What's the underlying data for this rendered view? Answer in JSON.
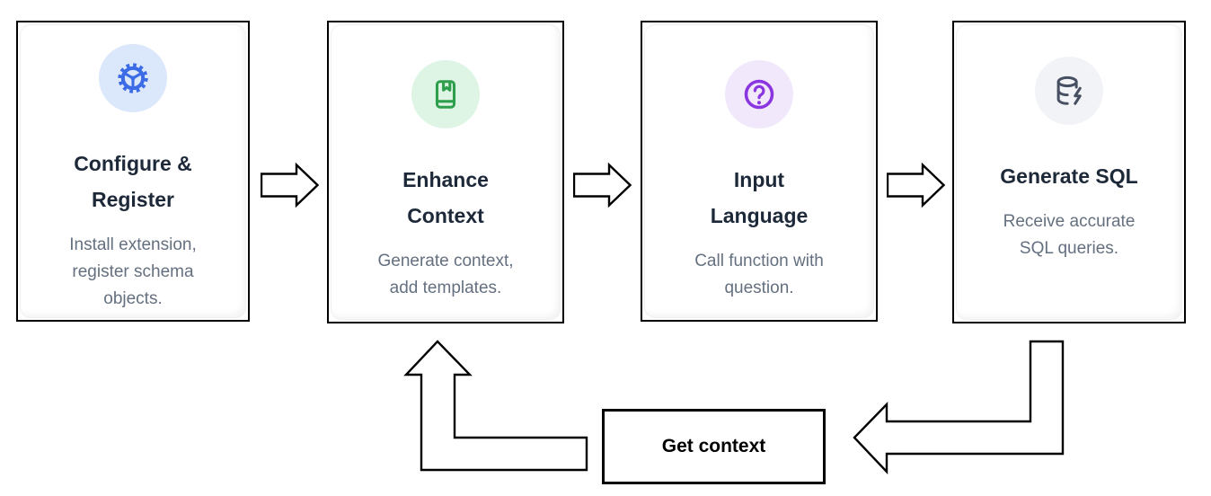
{
  "diagram": {
    "background": "#ffffff",
    "cards": [
      {
        "title": [
          "Configure &",
          "Register"
        ],
        "description": [
          "Install extension,",
          "register schema",
          "objects."
        ],
        "icon": "gear-icon",
        "icon_color": "#3b6be6",
        "icon_bg": "#dbe7fb"
      },
      {
        "title": [
          "Enhance",
          "Context"
        ],
        "description": [
          "Generate context,",
          "add templates."
        ],
        "icon": "book-bookmark-icon",
        "icon_color": "#2f9e4c",
        "icon_bg": "#def5e5"
      },
      {
        "title": [
          "Input",
          "Language"
        ],
        "description": [
          "Call function with",
          "question."
        ],
        "icon": "question-circle-icon",
        "icon_color": "#8b35e0",
        "icon_bg": "#f1e8fb"
      },
      {
        "title": [
          "Generate SQL"
        ],
        "description": [
          "Receive accurate",
          "SQL queries."
        ],
        "icon": "database-lightning-icon",
        "icon_color": "#475063",
        "icon_bg": "#f1f3f6"
      }
    ],
    "loop_label": "Get context",
    "colors": {
      "card_border": "#000000",
      "title": "#1d2939",
      "description": "#64707f",
      "arrow_outline": "#000000",
      "loop_label_color": "#000000"
    }
  }
}
